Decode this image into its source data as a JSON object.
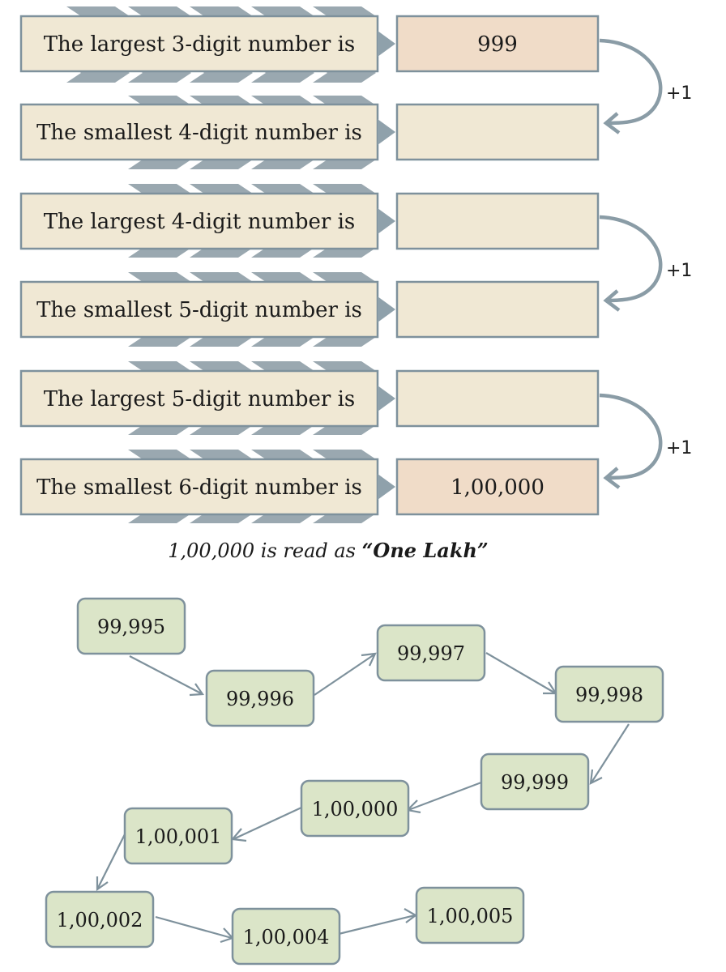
{
  "rows": [
    {
      "label": "The largest 3-digit number is",
      "answer": "999"
    },
    {
      "label": "The smallest 4-digit number is",
      "answer": ""
    },
    {
      "label": "The largest 4-digit number is",
      "answer": ""
    },
    {
      "label": "The smallest 5-digit number is",
      "answer": ""
    },
    {
      "label": "The largest 5-digit number is",
      "answer": ""
    },
    {
      "label": "The smallest 6-digit number is",
      "answer": "1,00,000"
    }
  ],
  "increments": [
    "+1",
    "+1",
    "+1"
  ],
  "caption": {
    "prefix": "1,00,000 is read as ",
    "emphasis": "“One Lakh”"
  },
  "sequence": [
    "99,995",
    "99,996",
    "99,997",
    "99,998",
    "99,999",
    "1,00,000",
    "1,00,001",
    "1,00,002",
    "1,00,004",
    "1,00,005"
  ],
  "colors": {
    "label_fill": "#f0e8d4",
    "answer_filled": "#f0dcc8",
    "node_fill": "#dbe5c8",
    "stroke": "#7e919c"
  }
}
